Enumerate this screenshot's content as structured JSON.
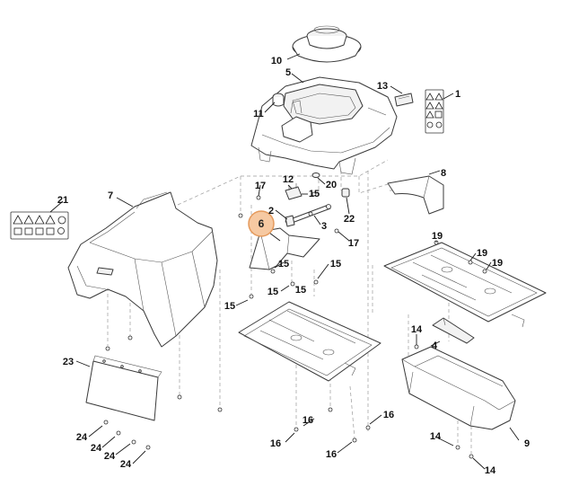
{
  "diagram": {
    "labels": {
      "l1": "1",
      "l2": "2",
      "l3": "3",
      "l4": "4",
      "l5": "5",
      "l6": "6",
      "l7": "7",
      "l8": "8",
      "l9": "9",
      "l10": "10",
      "l11": "11",
      "l12": "12",
      "l13": "13",
      "l14a": "14",
      "l14b": "14",
      "l14c": "14",
      "l15a": "15",
      "l15b": "15",
      "l15c": "15",
      "l15d": "15",
      "l15e": "15",
      "l15f": "15",
      "l16a": "16",
      "l16b": "16",
      "l16c": "16",
      "l16d": "16",
      "l17a": "17",
      "l17b": "17",
      "l19a": "19",
      "l19b": "19",
      "l19c": "19",
      "l20": "20",
      "l21": "21",
      "l22": "22",
      "l23": "23",
      "l24a": "24",
      "l24b": "24",
      "l24c": "24",
      "l24d": "24"
    },
    "highlight": {
      "label": "6",
      "color": "#f6c9a2"
    }
  }
}
